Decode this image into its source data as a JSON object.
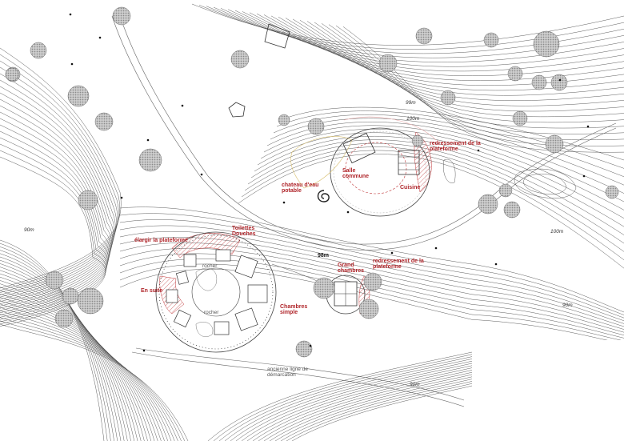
{
  "labels": {
    "salle_commune": "Salle\ncommune",
    "cuisine": "Cuisine",
    "chateau_eau": "chateau d'eau\npotable",
    "redressement_top": "redressement de la\nplateforme",
    "toilettes": "Toilettes\nDouches",
    "elargir": "élargir la plateforme",
    "en_suite": "En suite",
    "rocher_top": "rocher",
    "rocher_bottom": "rocher",
    "chambres_simple": "Chambres\nsimple",
    "grand_chambres": "Grand\nchambres",
    "redressement_bottom": "redressement de la\nplateforme",
    "demarcation": "ancienne ligne de\ndémarcation"
  },
  "elevations": {
    "e99": "99m",
    "e100_top": "100m",
    "e100_right": "100m",
    "e90_left": "90m",
    "e98": "98m",
    "e90_bottom": "90m",
    "e90_right": "90m"
  },
  "colors": {
    "accent_red": "#b0262b",
    "contour": "#4a4a4a",
    "tree": "#7a7a7a"
  }
}
